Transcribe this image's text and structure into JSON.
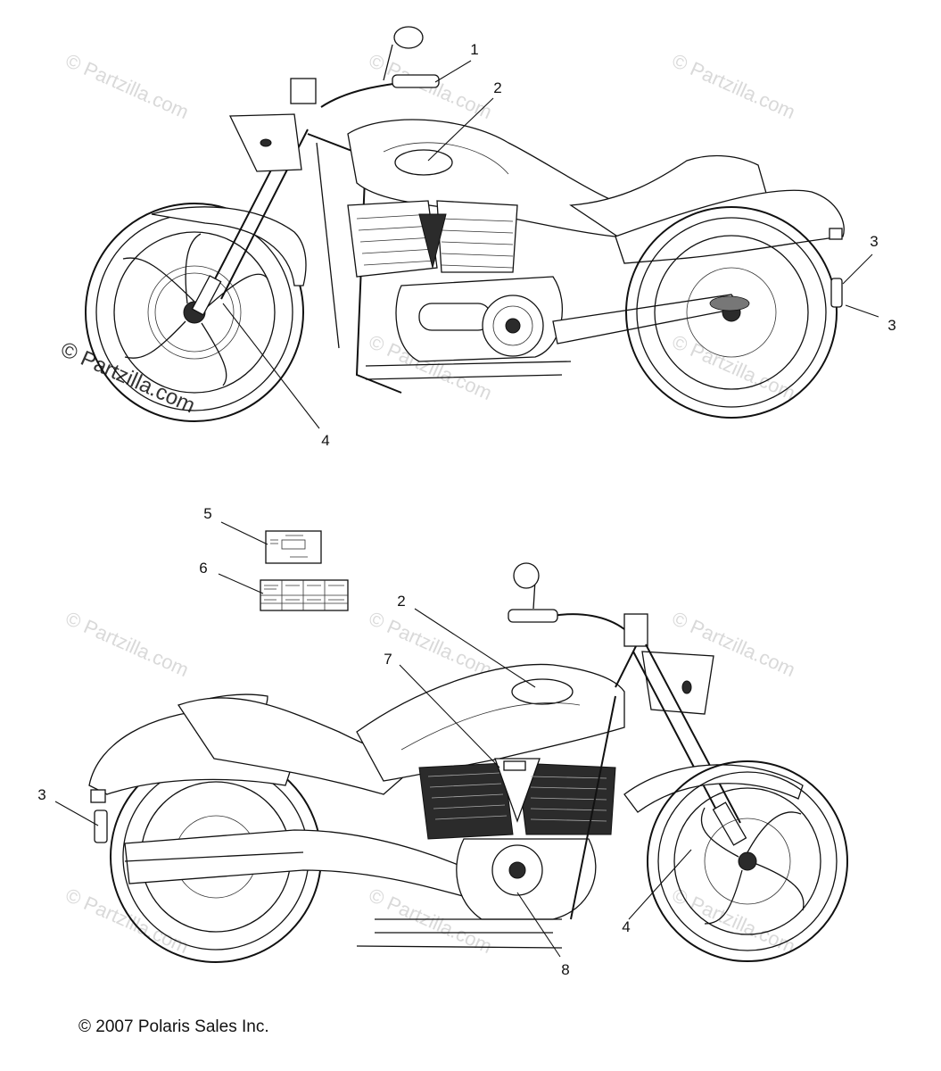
{
  "watermark": "© Partzilla.com",
  "copyright": "© 2007 Polaris Sales Inc.",
  "callouts": {
    "c1": "1",
    "c2a": "2",
    "c3a": "3",
    "c3b": "3",
    "c4a": "4",
    "c5": "5",
    "c6": "6",
    "c2b": "2",
    "c7": "7",
    "c3c": "3",
    "c4b": "4",
    "c8": "8"
  }
}
